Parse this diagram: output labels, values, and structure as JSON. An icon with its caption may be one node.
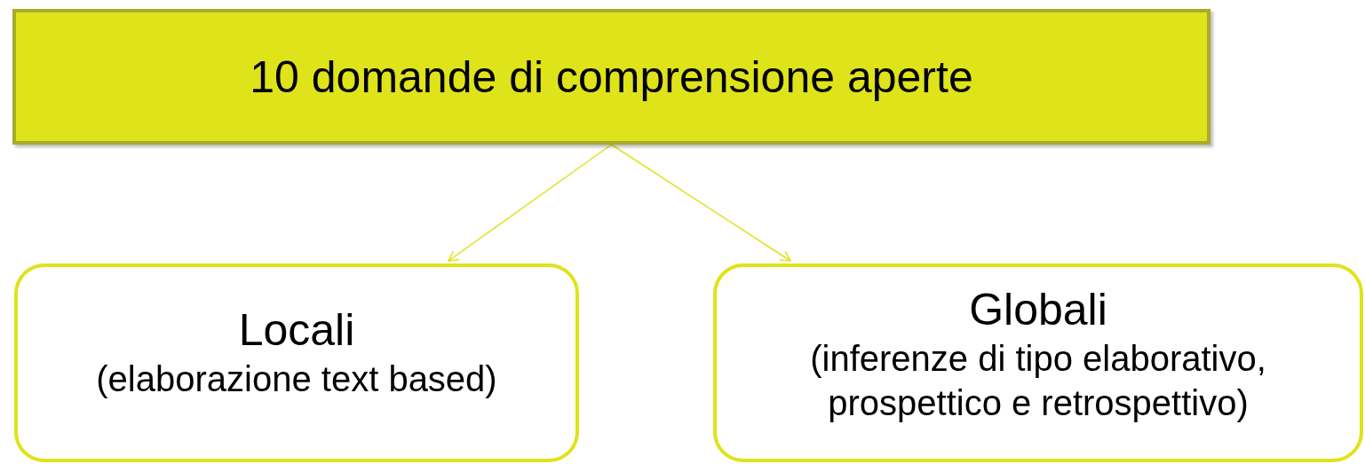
{
  "diagram": {
    "nodes": [
      {
        "text": [
          "10 domande di comprensione aperte"
        ]
      },
      {
        "text": [
          "Locali",
          "(elaborazione text based)"
        ]
      },
      {
        "text": [
          "Globali",
          "(inferenze di tipo elaborativo, prospettico e retrospettivo)"
        ]
      }
    ],
    "edges": [
      {
        "from": 0,
        "to": 1,
        "arrow": "to"
      },
      {
        "from": 0,
        "to": 2,
        "arrow": "to"
      }
    ]
  }
}
